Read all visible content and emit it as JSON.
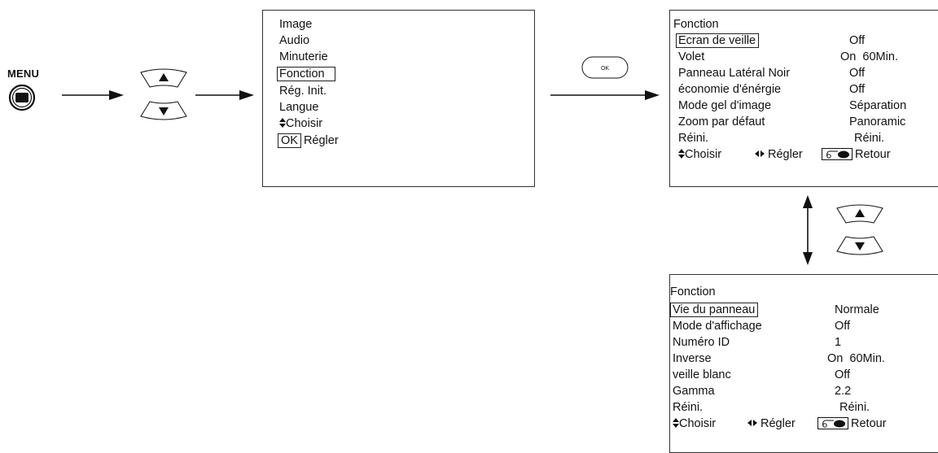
{
  "menu_button": {
    "label": "MENU"
  },
  "ok_button": {
    "label": "OK"
  },
  "main_menu": {
    "items": [
      "Image",
      "Audio",
      "Minuterie",
      "Fonction",
      "Rég. Init.",
      "Langue"
    ],
    "selected": "Fonction",
    "hint_choose": "Choisir",
    "hint_ok": "OK",
    "hint_set": "Régler"
  },
  "fonction_menu_1": {
    "title": "Fonction",
    "rows": [
      {
        "label": "Ecran de veille",
        "value": "Off"
      },
      {
        "label": "Volet",
        "value": "On  60Min."
      },
      {
        "label": "Panneau Latéral Noir",
        "value": "Off"
      },
      {
        "label": "économie d'énérgie",
        "value": "Off"
      },
      {
        "label": "Mode gel d'image",
        "value": "Séparation"
      },
      {
        "label": "Zoom par défaut",
        "value": "Panoramic"
      },
      {
        "label": "Réini.",
        "value": "Réini."
      }
    ],
    "footer": {
      "choose": "Choisir",
      "set": "Régler",
      "back": "Retour"
    }
  },
  "fonction_menu_2": {
    "title": "Fonction",
    "rows": [
      {
        "label": "Vie du panneau",
        "value": "Normale"
      },
      {
        "label": "Mode d'affichage",
        "value": "Off"
      },
      {
        "label": "Numéro ID",
        "value": "1"
      },
      {
        "label": "Inverse",
        "value": "On  60Min."
      },
      {
        "label": "veille blanc",
        "value": "Off"
      },
      {
        "label": "Gamma",
        "value": "2.2"
      },
      {
        "label": "Réini.",
        "value": "Réini."
      }
    ],
    "footer": {
      "choose": "Choisir",
      "set": "Régler",
      "back": "Retour"
    }
  }
}
